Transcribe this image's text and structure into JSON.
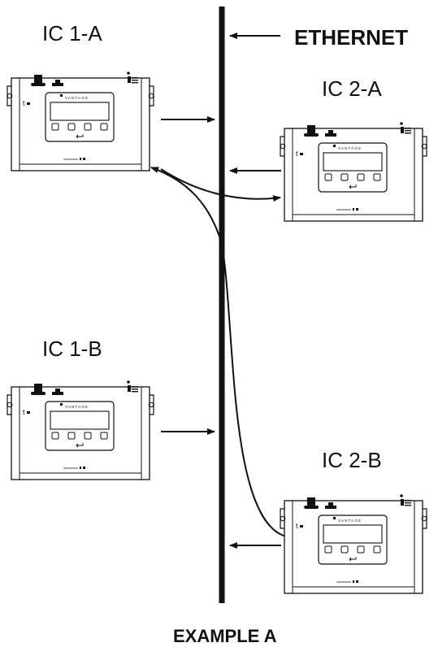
{
  "ethernet_label": "ETHERNET",
  "example_label": "EXAMPLE A",
  "brand_text": "VANTAGE",
  "controllers": [
    {
      "label": "IC 1-A"
    },
    {
      "label": "IC 2-A"
    },
    {
      "label": "IC 1-B"
    },
    {
      "label": "IC 2-B"
    }
  ],
  "colors": {
    "line": "#111111",
    "background": "#ffffff"
  }
}
